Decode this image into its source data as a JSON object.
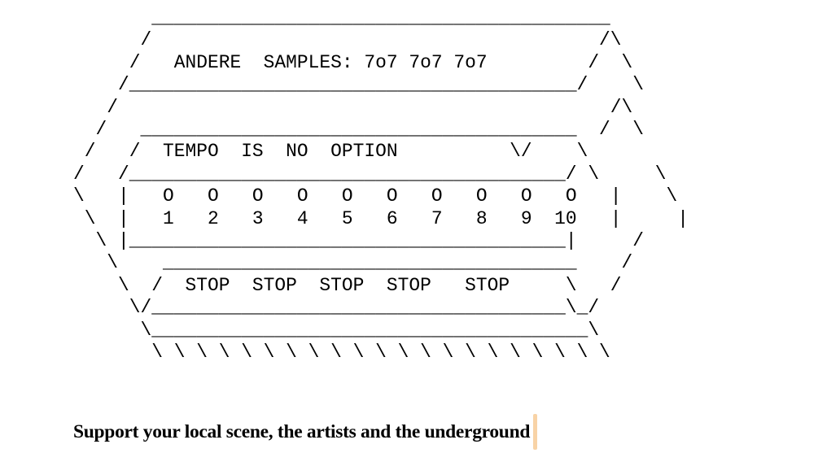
{
  "ascii_art": {
    "lines": [
      "       _________________________________________",
      "      /                                        /\\",
      "     /   ANDERE  SAMPLES: 7o7 7o7 7o7         /  \\",
      "    /________________________________________/    \\",
      "   /                                            /\\",
      "  /   _______________________________________  /  \\",
      " /   /  TEMPO  IS  NO  OPTION          \\/    \\",
      "/   /_______________________________________/ \\     \\",
      "\\   |   O   O   O   O   O   O   O   O   O   O   |    \\",
      " \\  |   1   2   3   4   5   6   7   8   9  10   |     |",
      "  \\ |_______________________________________|     /",
      "   \\    _____________________________________    /",
      "    \\  /  STOP  STOP  STOP  STOP   STOP     \\   /",
      "     \\/_____________________________________\\_/",
      "      \\_______________________________________\\",
      "       \\ \\ \\ \\ \\ \\ \\ \\ \\ \\ \\ \\ \\ \\ \\ \\ \\ \\ \\ \\ \\"
    ]
  },
  "caption": {
    "text": "Support your local scene, the artists and the underground",
    "cursor_color": "#f8d3a6"
  }
}
